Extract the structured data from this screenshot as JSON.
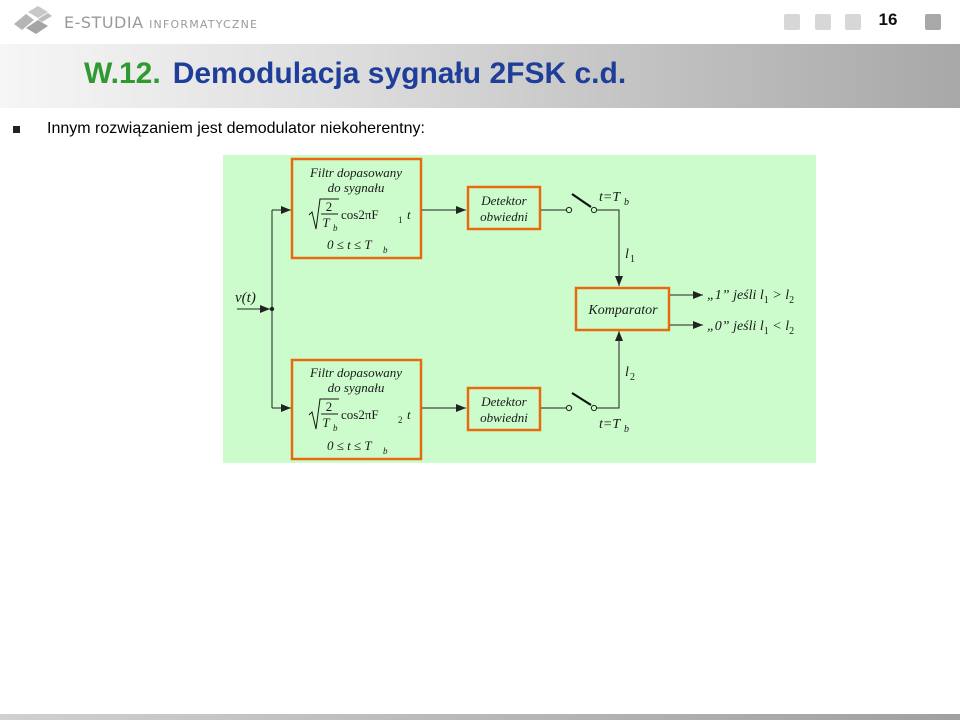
{
  "header": {
    "logo_main": "E-STUDIA",
    "logo_sub": "INFORMATYCZNE",
    "page_number": "16"
  },
  "slide": {
    "number": "W.12.",
    "title": "Demodulacja sygnału 2FSK c.d.",
    "bullet": "Innym rozwiązaniem jest demodulator niekoherentny:"
  },
  "diagram": {
    "input_label": "v(t)",
    "filter_line1": "Filtr dopasowany",
    "filter_line2": "do sygnału",
    "filter_num": "2",
    "filter_den_T": "T",
    "filter_den_b": "b",
    "filter_cos": "cos2πF",
    "filter_idx1": "1",
    "filter_idx2": "2",
    "filter_t": "t",
    "filter_range_a": "0 ≤ t ≤ T",
    "filter_range_b": "b",
    "detector_line1": "Detektor",
    "detector_line2": "obwiedni",
    "switch_label": "t=T",
    "switch_label_sub": "b",
    "l1": "l",
    "l1_sub": "1",
    "l2": "l",
    "l2_sub": "2",
    "comparator": "Komparator",
    "out1_a": "„1” jeśli l",
    "out1_b": "1",
    "out1_c": " > l",
    "out1_d": "2",
    "out0_a": "„0” jeśli l",
    "out0_b": "1",
    "out0_c": " < l",
    "out0_d": "2"
  },
  "colors": {
    "diagram_bg": "#ccfccc",
    "box_stroke": "#e86a10",
    "title_number": "#2f9a2f",
    "title_text": "#1f3e9a"
  }
}
